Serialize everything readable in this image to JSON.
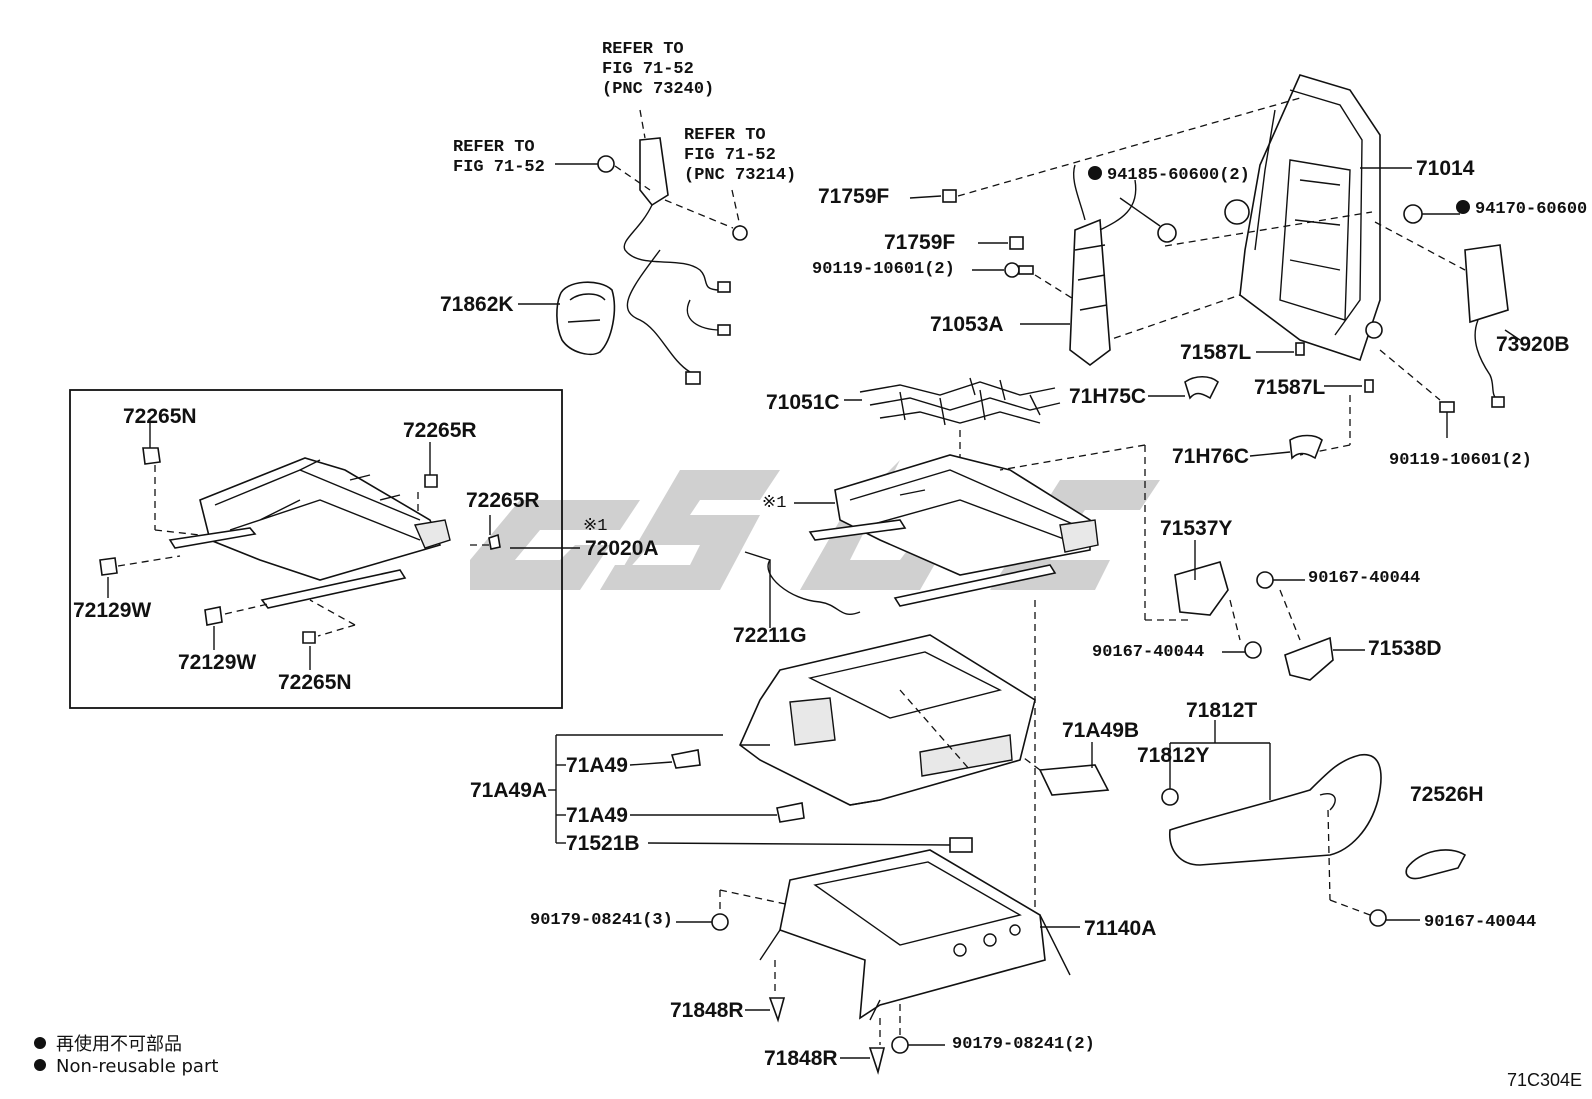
{
  "labels": {
    "p72265N_a": "72265N",
    "p72265R_a": "72265R",
    "p72265R_b": "72265R",
    "mark1_a": "※1",
    "p72020A": "72020A",
    "p72129W_a": "72129W",
    "p72129W_b": "72129W",
    "p72265N_b": "72265N",
    "p71862K": "71862K",
    "p71759F_a": "71759F",
    "p71759F_b": "71759F",
    "p90119_a": "90119-10601(2)",
    "p71053A": "71053A",
    "p94185": "94185-60600(2)",
    "p71014": "71014",
    "p94170": "94170-60600",
    "p73920B": "73920B",
    "p71587L_a": "71587L",
    "p71587L_b": "71587L",
    "p71H75C": "71H75C",
    "p71H76C": "71H76C",
    "p90119_b": "90119-10601(2)",
    "p71051C": "71051C",
    "mark1_b": "※1",
    "p72211G": "72211G",
    "p71537Y": "71537Y",
    "p90167_a": "90167-40044",
    "p90167_b": "90167-40044",
    "p71538D": "71538D",
    "p71812T": "71812T",
    "p71812Y": "71812Y",
    "p71A49B": "71A49B",
    "p72526H": "72526H",
    "p71A49A": "71A49A",
    "p71A49_a": "71A49",
    "p71A49_b": "71A49",
    "p71521B": "71521B",
    "p90179_a": "90179-08241(3)",
    "p71140A": "71140A",
    "p90167_c": "90167-40044",
    "p71848R_a": "71848R",
    "p71848R_b": "71848R",
    "p90179_b": "90179-08241(2)"
  },
  "refs": {
    "ref1": "REFER TO\nFIG 71-52\n(PNC 73240)",
    "ref2": "REFER TO\nFIG 71-52",
    "ref3": "REFER TO\nFIG 71-52\n(PNC 73214)"
  },
  "legend": {
    "line1": "再使用不可部品",
    "line2": "Non-reusable part"
  },
  "figure_code": "71C304E",
  "colors": {
    "ink": "#111111",
    "watermark": "#c8c8c8"
  }
}
